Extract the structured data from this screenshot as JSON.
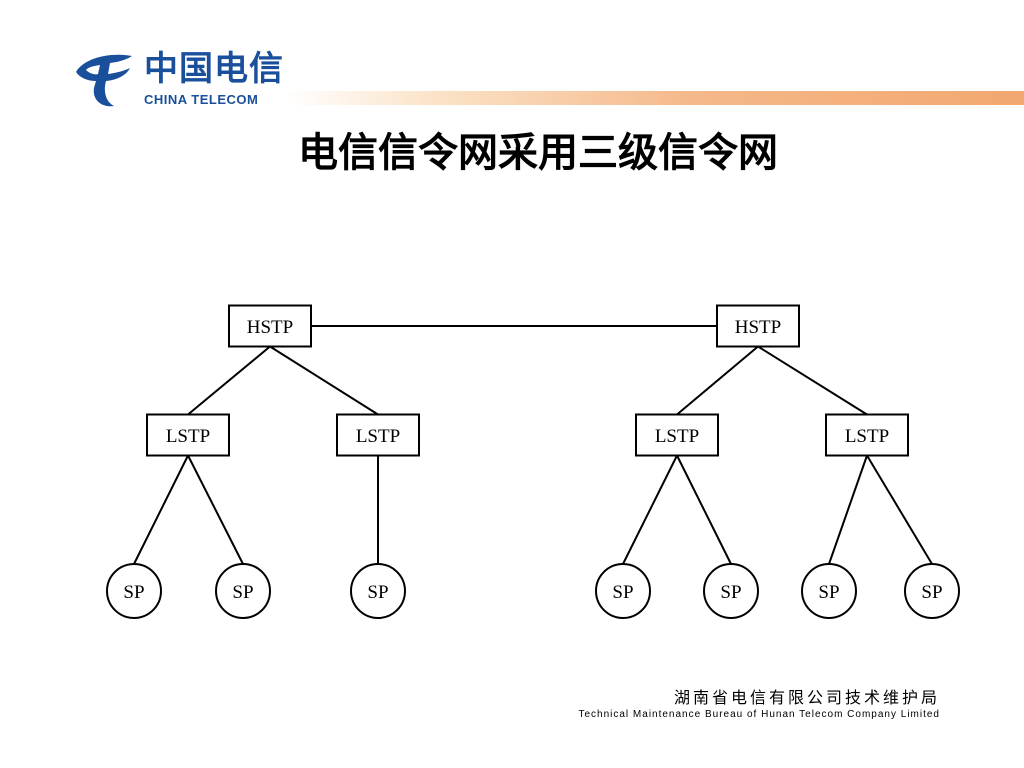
{
  "logo": {
    "name_zh": "中国电信",
    "name_en": "CHINA TELECOM",
    "color": "#1a4f9c"
  },
  "title": "电信信令网采用三级信令网",
  "diagram": {
    "nodes": [
      {
        "id": "hstp1",
        "label": "HSTP",
        "shape": "rect"
      },
      {
        "id": "hstp2",
        "label": "HSTP",
        "shape": "rect"
      },
      {
        "id": "lstp1",
        "label": "LSTP",
        "shape": "rect"
      },
      {
        "id": "lstp2",
        "label": "LSTP",
        "shape": "rect"
      },
      {
        "id": "lstp3",
        "label": "LSTP",
        "shape": "rect"
      },
      {
        "id": "lstp4",
        "label": "LSTP",
        "shape": "rect"
      },
      {
        "id": "sp1",
        "label": "SP",
        "shape": "circle"
      },
      {
        "id": "sp2",
        "label": "SP",
        "shape": "circle"
      },
      {
        "id": "sp3",
        "label": "SP",
        "shape": "circle"
      },
      {
        "id": "sp4",
        "label": "SP",
        "shape": "circle"
      },
      {
        "id": "sp5",
        "label": "SP",
        "shape": "circle"
      },
      {
        "id": "sp6",
        "label": "SP",
        "shape": "circle"
      },
      {
        "id": "sp7",
        "label": "SP",
        "shape": "circle"
      }
    ],
    "edges": [
      [
        "hstp1",
        "hstp2"
      ],
      [
        "hstp1",
        "lstp1"
      ],
      [
        "hstp1",
        "lstp2"
      ],
      [
        "hstp2",
        "lstp3"
      ],
      [
        "hstp2",
        "lstp4"
      ],
      [
        "lstp1",
        "sp1"
      ],
      [
        "lstp1",
        "sp2"
      ],
      [
        "lstp2",
        "sp3"
      ],
      [
        "lstp3",
        "sp4"
      ],
      [
        "lstp3",
        "sp5"
      ],
      [
        "lstp4",
        "sp6"
      ],
      [
        "lstp4",
        "sp7"
      ]
    ]
  },
  "footer": {
    "name_zh": "湖南省电信有限公司技术维护局",
    "name_en": "Technical Maintenance Bureau of Hunan Telecom Company Limited"
  }
}
